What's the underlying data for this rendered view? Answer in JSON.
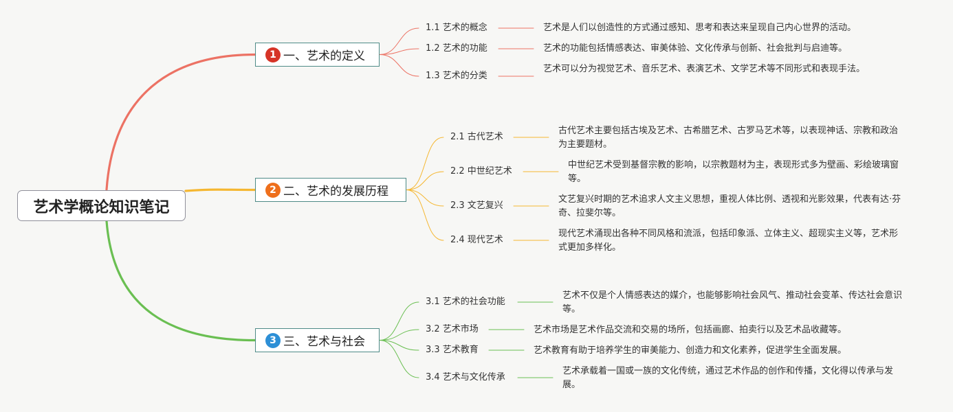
{
  "root": {
    "title": "艺术学概论知识笔记"
  },
  "colors": {
    "branch1": "#ec7264",
    "branch2": "#f5b731",
    "branch3": "#6abf52",
    "badge1": "#d63427",
    "badge2": "#ee6f1c",
    "badge3": "#2d8fd6"
  },
  "branches": [
    {
      "badge": "1",
      "title": "一、艺术的定义",
      "subs": [
        {
          "label": "1.1 艺术的概念",
          "desc": "艺术是人们以创造性的方式通过感知、思考和表达来呈现自己内心世界的活动。"
        },
        {
          "label": "1.2 艺术的功能",
          "desc": "艺术的功能包括情感表达、审美体验、文化传承与创新、社会批判与启迪等。"
        },
        {
          "label": "1.3 艺术的分类",
          "desc": "艺术可以分为视觉艺术、音乐艺术、表演艺术、文学艺术等不同形式和表现手法。"
        }
      ]
    },
    {
      "badge": "2",
      "title": "二、艺术的发展历程",
      "subs": [
        {
          "label": "2.1 古代艺术",
          "desc": "古代艺术主要包括古埃及艺术、古希腊艺术、古罗马艺术等，以表现神话、宗教和政治为主要题材。"
        },
        {
          "label": "2.2 中世纪艺术",
          "desc": "中世纪艺术受到基督宗教的影响，以宗教题材为主，表现形式多为壁画、彩绘玻璃窗等。"
        },
        {
          "label": "2.3 文艺复兴",
          "desc": "文艺复兴时期的艺术追求人文主义思想，重视人体比例、透视和光影效果，代表有达·芬奇、拉斐尔等。"
        },
        {
          "label": "2.4 现代艺术",
          "desc": "现代艺术涌现出各种不同风格和流派，包括印象派、立体主义、超现实主义等，艺术形式更加多样化。"
        }
      ]
    },
    {
      "badge": "3",
      "title": "三、艺术与社会",
      "subs": [
        {
          "label": "3.1 艺术的社会功能",
          "desc": "艺术不仅是个人情感表达的媒介，也能够影响社会风气、推动社会变革、传达社会意识等。"
        },
        {
          "label": "3.2 艺术市场",
          "desc": "艺术市场是艺术作品交流和交易的场所，包括画廊、拍卖行以及艺术品收藏等。"
        },
        {
          "label": "3.3 艺术教育",
          "desc": "艺术教育有助于培养学生的审美能力、创造力和文化素养，促进学生全面发展。"
        },
        {
          "label": "3.4 艺术与文化传承",
          "desc": "艺术承载着一国或一族的文化传统，通过艺术作品的创作和传播，文化得以传承与发展。"
        }
      ]
    }
  ]
}
